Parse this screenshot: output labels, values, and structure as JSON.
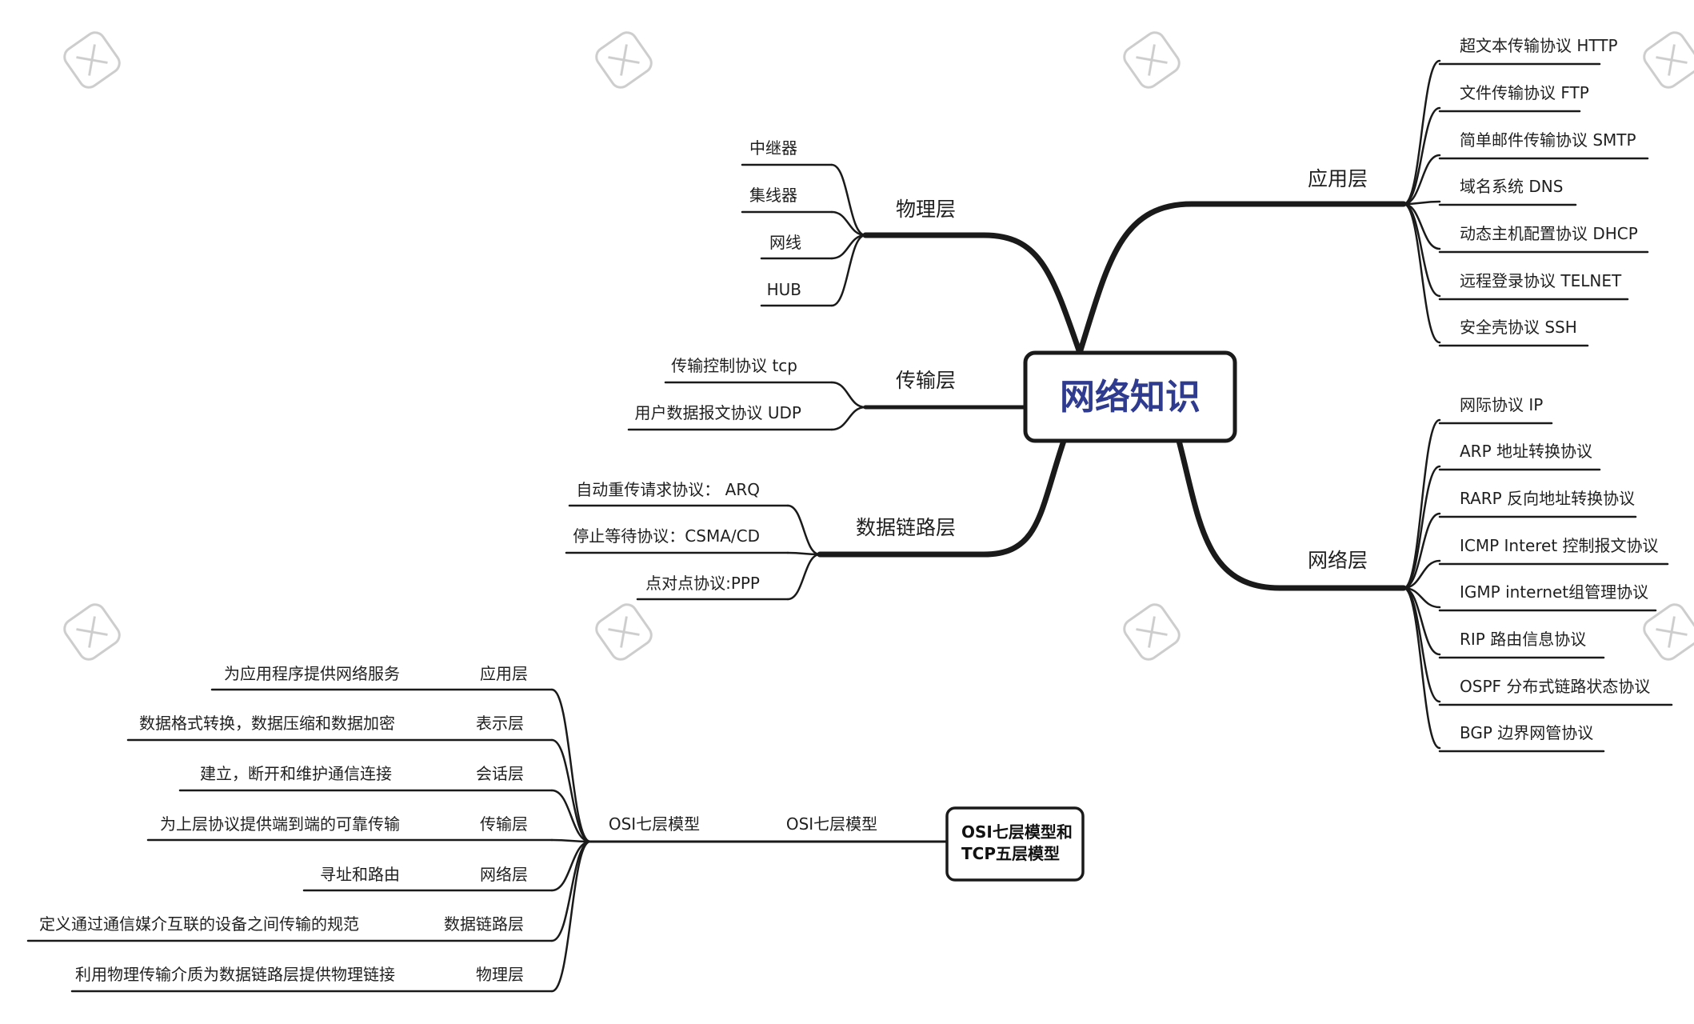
{
  "central": {
    "title": "网络知识"
  },
  "branches": {
    "application": {
      "label": "应用层",
      "items": [
        "超文本传输协议 HTTP",
        "文件传输协议  FTP",
        "简单邮件传输协议 SMTP",
        "域名系统  DNS",
        "动态主机配置协议 DHCP",
        "远程登录协议 TELNET",
        "安全壳协议 SSH"
      ]
    },
    "network": {
      "label": "网络层",
      "items": [
        "网际协议 IP",
        "ARP 地址转换协议",
        "RARP 反向地址转换协议",
        "ICMP  Interet 控制报文协议",
        "IGMP internet组管理协议",
        "RIP 路由信息协议",
        "OSPF 分布式链路状态协议",
        "BGP 边界网管协议"
      ]
    },
    "physical": {
      "label": "物理层",
      "items": [
        "中继器",
        "集线器",
        "网线",
        "HUB"
      ]
    },
    "transport": {
      "label": "传输层",
      "items": [
        "传输控制协议 tcp",
        "用户数据报文协议 UDP"
      ]
    },
    "datalink": {
      "label": "数据链路层",
      "items": [
        "自动重传请求协议：  ARQ",
        "停止等待协议：CSMA/CD",
        "点对点协议:PPP"
      ]
    }
  },
  "osi": {
    "root": {
      "line1": "OSI七层模型和",
      "line2": "TCP五层模型"
    },
    "branch_label": "OSI七层模型",
    "sub_label": "OSI七层模型",
    "layers": [
      {
        "name": "应用层",
        "desc": "为应用程序提供网络服务"
      },
      {
        "name": "表示层",
        "desc": "数据格式转换，数据压缩和数据加密"
      },
      {
        "name": "会话层",
        "desc": "建立，断开和维护通信连接"
      },
      {
        "name": "传输层",
        "desc": "为上层协议提供端到端的可靠传输"
      },
      {
        "name": "网络层",
        "desc": "寻址和路由"
      },
      {
        "name": "数据链路层",
        "desc": "定义通过通信媒介互联的设备之间传输的规范"
      },
      {
        "name": "物理层",
        "desc": "利用物理传输介质为数据链路层提供物理链接"
      }
    ]
  },
  "watermark": {
    "brand": "XMind",
    "icon": "xmind-logo-icon"
  },
  "colors": {
    "line": "#1a1a1a",
    "root_text": "#2f3b8f",
    "watermark": "#c8c8c8"
  }
}
